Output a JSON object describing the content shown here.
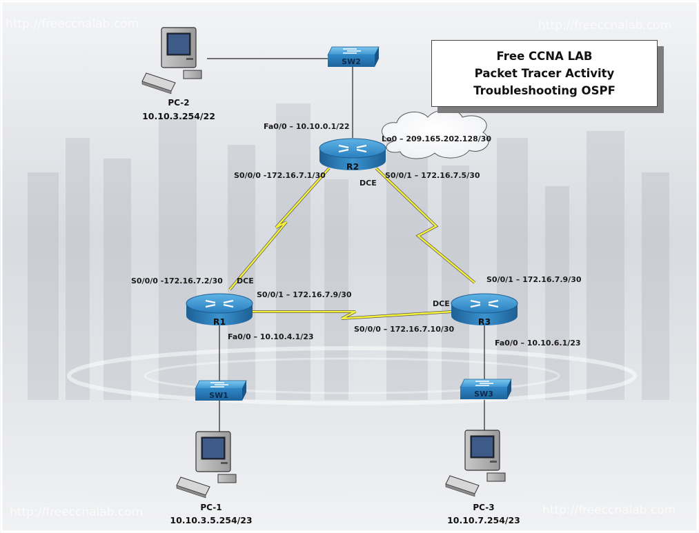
{
  "watermark": "http://freeccnalab.com",
  "title": {
    "line1": "Free CCNA LAB",
    "line2": "Packet Tracer Activity",
    "line3": "Troubleshooting OSPF"
  },
  "devices": {
    "pc1": {
      "name": "PC-1",
      "ip": "10.10.3.5.254/23"
    },
    "pc2": {
      "name": "PC-2",
      "ip": "10.10.3.254/22"
    },
    "pc3": {
      "name": "PC-3",
      "ip": "10.10.7.254/23"
    },
    "sw1": {
      "name": "SW1"
    },
    "sw2": {
      "name": "SW2"
    },
    "sw3": {
      "name": "SW3"
    },
    "r1": {
      "name": "R1"
    },
    "r2": {
      "name": "R2"
    },
    "r3": {
      "name": "R3"
    }
  },
  "labels": {
    "r2_fa00": "Fa0/0 – 10.10.0.1/22",
    "r2_lo0": "Lo0 – 209.165.202.128/30",
    "r2_s000": "S0/0/0 -172.16.7.1/30",
    "r2_s001": "S0/0/1 – 172.16.7.5/30",
    "r2_dce": "DCE",
    "r1_s000": "S0/0/0 -172.16.7.2/30",
    "r1_dce": "DCE",
    "r1_s001": "S0/0/1 – 172.16.7.9/30",
    "r1_fa00": "Fa0/0 – 10.10.4.1/23",
    "r3_s001": "S0/0/1 – 172.16.7.9/30",
    "r3_dce": "DCE",
    "r3_s000": "S0/0/0 – 172.16.7.10/30",
    "r3_fa00": "Fa0/0 – 10.10.6.1/23"
  }
}
